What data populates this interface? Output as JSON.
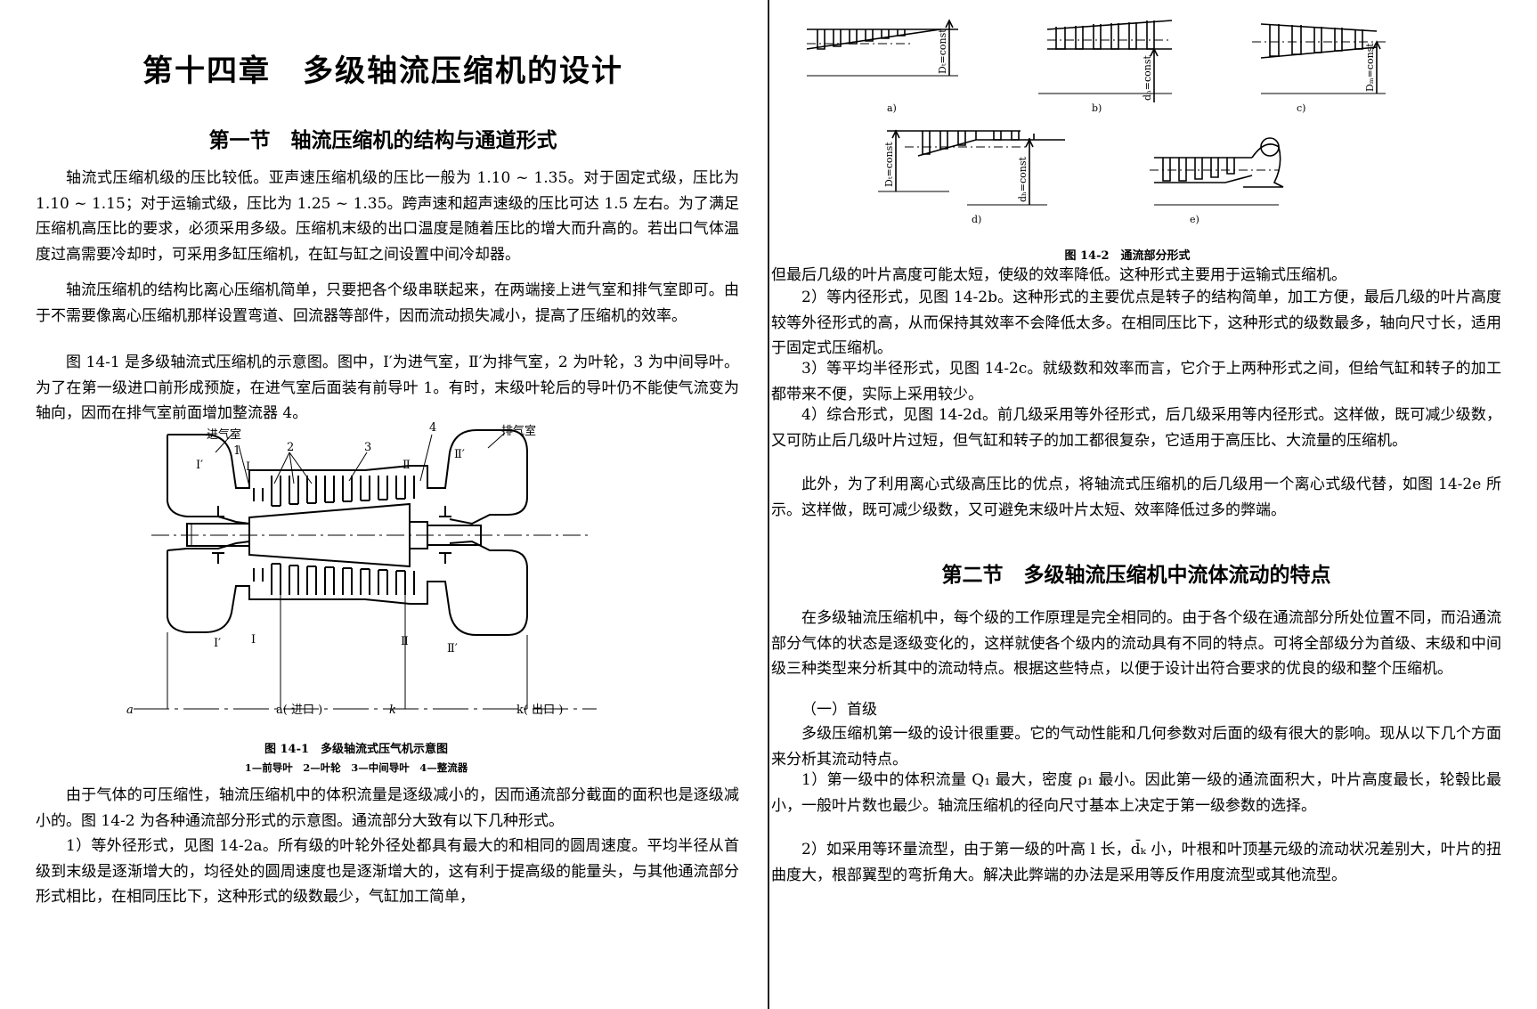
{
  "left_page": {
    "chapter_title": "第十四章　多级轴流压缩机的设计",
    "section1_title": "第一节　轴流压缩机的结构与通道形式",
    "paragraphs_top": [
      "轴流式压缩机级的压比较低。亚声速压缩机级的压比一般为 1.10 ~ 1.35。对于固定式级，压比为 1.10 ~ 1.15；对于运输式级，压比为 1.25 ~ 1.35。跨声速和超声速级的压比可达 1.5 左右。为了满足压缩机高压比的要求，必须采用多级。压缩机末级的出口温度是随着压比的增大而升高的。若出口气体温度过高需要冷却时，可采用多缸压缩机，在缸与缸之间设置中间冷却器。",
      "轴流压缩机的结构比离心压缩机简单，只要把各个级串联起来，在两端接上进气室和排气室即可。由于不需要像离心压缩机那样设置弯道、回流器等部件，因而流动损失减小，提高了压缩机的效率。",
      "图 14-1 是多级轴流式压缩机的示意图。图中，Ⅰ′为进气室，Ⅱ′为排气室，2 为叶轮，3 为中间导叶。为了在第一级进口前形成预旋，在进气室后面装有前导叶 1。有时，末级叶轮后的导叶仍不能使气流变为轴向，因而在排气室前面增加整流器 4。"
    ],
    "figure1": {
      "label_inlet": "进气室",
      "label_outlet": "排气室",
      "num_1": "1",
      "num_2": "2",
      "num_3": "3",
      "num_4": "4",
      "roman_I_prime": "Ⅰ′",
      "roman_I": "Ⅰ",
      "roman_II": "Ⅱ",
      "roman_II_prime": "Ⅱ′",
      "axis_a": "a",
      "axis_a_inlet": "a( 进口 )",
      "axis_k": "k",
      "axis_k_outlet": "k( 出口 )",
      "caption": "图 14-1　多级轴流式压气机示意图",
      "caption_sub": "1—前导叶　2—叶轮　3—中间导叶　4—整流器"
    },
    "paragraphs_bottom": [
      "由于气体的可压缩性，轴流压缩机中的体积流量是逐级减小的，因而通流部分截面的面积也是逐级减小的。图 14-2 为各种通流部分形式的示意图。通流部分大致有以下几种形式。",
      "1）等外径形式，见图 14-2a。所有级的叶轮外径处都具有最大的和相同的圆周速度。平均半径从首级到末级是逐渐增大的，均径处的圆周速度也是逐渐增大的，这有利于提高级的能量头，与其他通流部分形式相比，在相同压比下，这种形式的级数最少，气缸加工简单，"
    ]
  },
  "right_page": {
    "figure2": {
      "sub_a": "a)",
      "sub_b": "b)",
      "sub_c": "c)",
      "sub_d": "d)",
      "sub_e": "e)",
      "label_Dt_const": "Dₜ=const",
      "label_dh_const": "dₕ=const",
      "label_Dm_const": "Dₘ=const",
      "caption": "图 14-2　通流部分形式"
    },
    "paragraphs_top": [
      "但最后几级的叶片高度可能太短，使级的效率降低。这种形式主要用于运输式压缩机。",
      "2）等内径形式，见图 14-2b。这种形式的主要优点是转子的结构简单，加工方便，最后几级的叶片高度较等外径形式的高，从而保持其效率不会降低太多。在相同压比下，这种形式的级数最多，轴向尺寸长，适用于固定式压缩机。",
      "3）等平均半径形式，见图 14-2c。就级数和效率而言，它介于上两种形式之间，但给气缸和转子的加工都带来不便，实际上采用较少。",
      "4）综合形式，见图 14-2d。前几级采用等外径形式，后几级采用等内径形式。这样做，既可减少级数，又可防止后几级叶片过短，但气缸和转子的加工都很复杂，它适用于高压比、大流量的压缩机。",
      "此外，为了利用离心式级高压比的优点，将轴流式压缩机的后几级用一个离心式级代替，如图 14-2e 所示。这样做，既可减少级数，又可避免末级叶片太短、效率降低过多的弊端。"
    ],
    "section2_title": "第二节　多级轴流压缩机中流体流动的特点",
    "paragraphs_bottom": [
      "在多级轴流压缩机中，每个级的工作原理是完全相同的。由于各个级在通流部分所处位置不同，而沿通流部分气体的状态是逐级变化的，这样就使各个级内的流动具有不同的特点。可将全部级分为首级、末级和中间级三种类型来分析其中的流动特点。根据这些特点，以便于设计出符合要求的优良的级和整个压缩机。",
      "（一）首级",
      "多级压缩机第一级的设计很重要。它的气动性能和几何参数对后面的级有很大的影响。现从以下几个方面来分析其流动特点。",
      "1）第一级中的体积流量 Q₁ 最大，密度 ρ₁ 最小。因此第一级的通流面积大，叶片高度最长，轮毂比最小，一般叶片数也最少。轴流压缩机的径向尺寸基本上决定于第一级参数的选择。",
      "2）如采用等环量流型，由于第一级的叶高 l 长，d̄ₖ 小，叶根和叶顶基元级的流动状况差别大，叶片的扭曲度大，根部翼型的弯折角大。解决此弊端的办法是采用等反作用度流型或其他流型。"
    ]
  }
}
